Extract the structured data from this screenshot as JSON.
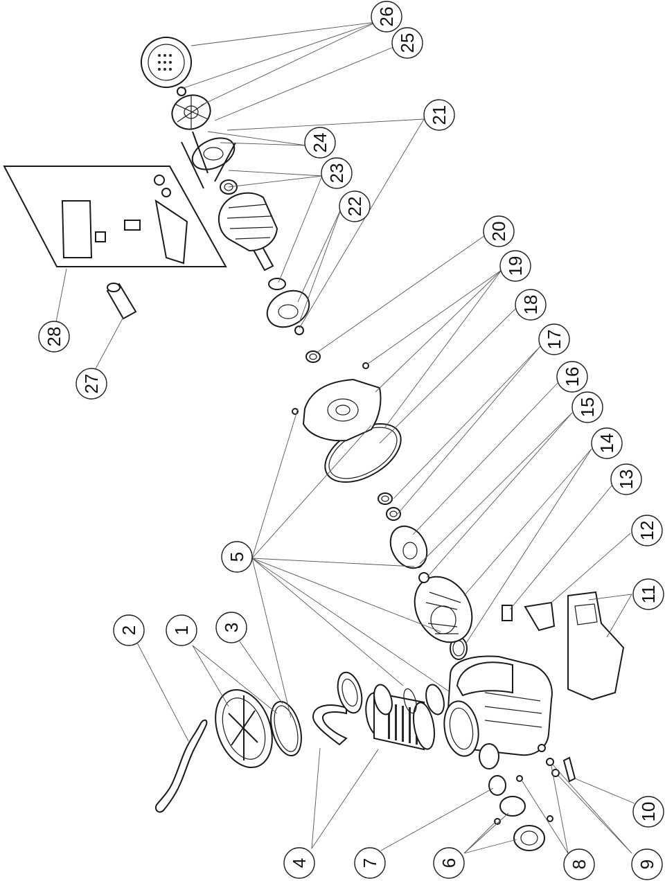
{
  "callouts": [
    {
      "id": "1",
      "label": "1"
    },
    {
      "id": "2",
      "label": "2"
    },
    {
      "id": "3",
      "label": "3"
    },
    {
      "id": "4",
      "label": "4"
    },
    {
      "id": "5",
      "label": "5"
    },
    {
      "id": "6",
      "label": "6"
    },
    {
      "id": "7",
      "label": "7"
    },
    {
      "id": "8",
      "label": "8"
    },
    {
      "id": "9",
      "label": "9"
    },
    {
      "id": "10",
      "label": "10"
    },
    {
      "id": "11",
      "label": "11"
    },
    {
      "id": "12",
      "label": "12"
    },
    {
      "id": "13",
      "label": "13"
    },
    {
      "id": "14",
      "label": "14"
    },
    {
      "id": "15",
      "label": "15"
    },
    {
      "id": "16",
      "label": "16"
    },
    {
      "id": "17",
      "label": "17"
    },
    {
      "id": "18",
      "label": "18"
    },
    {
      "id": "19",
      "label": "19"
    },
    {
      "id": "20",
      "label": "20"
    },
    {
      "id": "21",
      "label": "21"
    },
    {
      "id": "22",
      "label": "22"
    },
    {
      "id": "23",
      "label": "23"
    },
    {
      "id": "24",
      "label": "24"
    },
    {
      "id": "25",
      "label": "25"
    },
    {
      "id": "26",
      "label": "26"
    },
    {
      "id": "27",
      "label": "27"
    },
    {
      "id": "28",
      "label": "28"
    }
  ],
  "colors": {
    "line": "#1a1a1a",
    "leader": "#555555",
    "background": "#ffffff"
  }
}
